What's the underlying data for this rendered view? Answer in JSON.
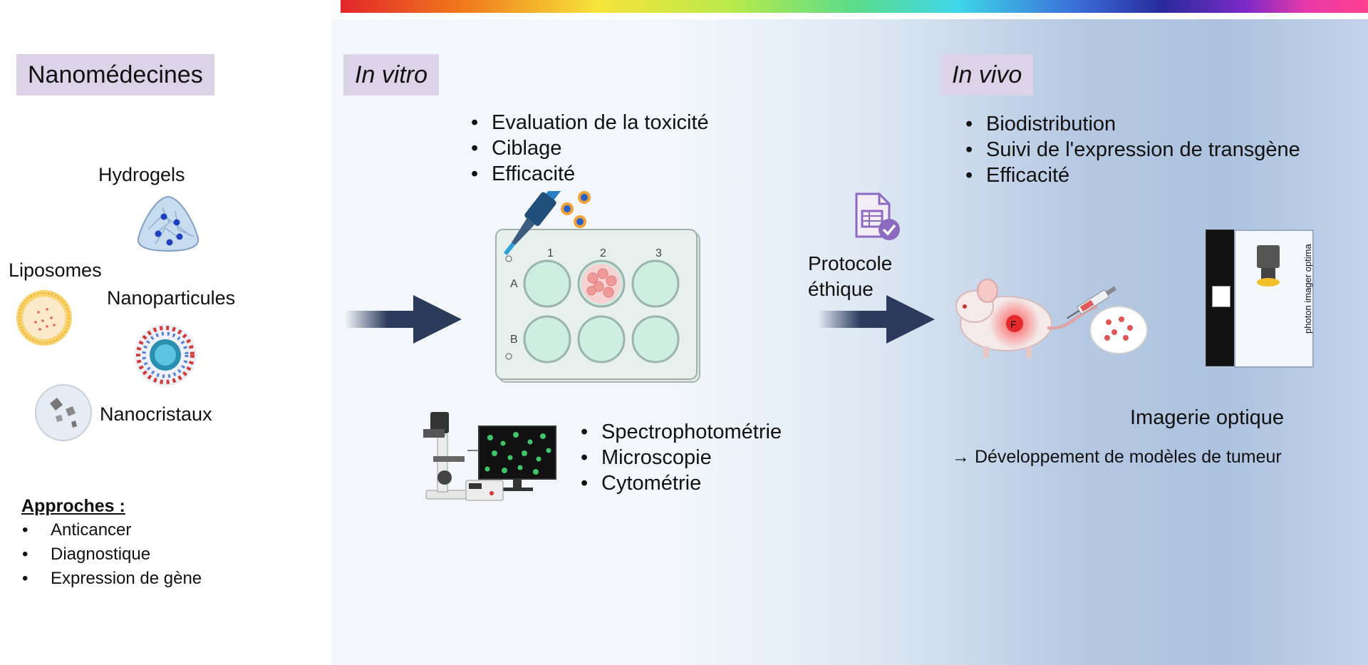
{
  "nanomed": {
    "title": "Nanomédecines",
    "items": [
      "Hydrogels",
      "Liposomes",
      "Nanoparticules",
      "Nanocristaux"
    ],
    "approaches_title": "Approches :",
    "approaches": [
      "Anticancer",
      "Diagnostique",
      "Expression de gène"
    ]
  },
  "invitro": {
    "title": "In vitro",
    "objectives": [
      "Evaluation de la toxicité",
      "Ciblage",
      "Efficacité"
    ],
    "plate_cols": [
      "1",
      "2",
      "3"
    ],
    "plate_rows": [
      "A",
      "B"
    ],
    "techniques": [
      "Spectrophotométrie",
      "Microscopie",
      "Cytométrie"
    ]
  },
  "ethics": {
    "label_line1": "Protocole",
    "label_line2": "éthique"
  },
  "invivo": {
    "title": "In vivo",
    "objectives": [
      "Biodistribution",
      "Suivi de l'expression de transgène",
      "Efficacité"
    ],
    "tumor_letter": "F",
    "imager_text": "photon imager optima",
    "imaging_label": "Imagerie optique",
    "development": "→ Développement de modèles de tumeur"
  },
  "colors": {
    "tag_bg": "#dcd3e8",
    "arrow": "#2c3a5c",
    "well": "#cfeee2",
    "plate": "#e3ece9"
  }
}
